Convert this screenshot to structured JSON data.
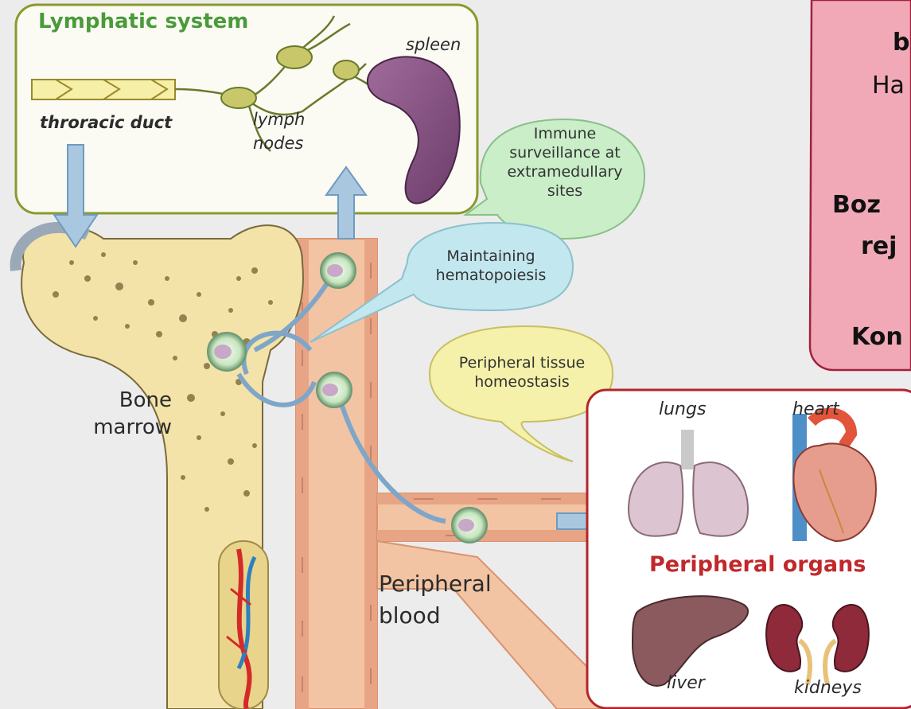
{
  "lymphatic": {
    "title": "Lymphatic system",
    "thoracic_duct": "throracic duct",
    "lymph_nodes_1": "lymph",
    "lymph_nodes_2": "nodes",
    "spleen": "spleen"
  },
  "bubbles": {
    "immune": [
      "Immune",
      "surveillance at",
      "extramedullary",
      "sites"
    ],
    "hematopoiesis": [
      "Maintaining",
      "hematopoiesis"
    ],
    "homeostasis": [
      "Peripheral tissue",
      "homeostasis"
    ]
  },
  "bone_marrow": [
    "Bone",
    "marrow"
  ],
  "peripheral_blood": [
    "Peripheral",
    "blood"
  ],
  "organs": {
    "title": "Peripheral organs",
    "lungs": "lungs",
    "heart": "heart",
    "liver": "liver",
    "kidneys": "kidneys"
  },
  "pink_panel": {
    "lines": [
      "b",
      "Ha",
      "",
      "Boz",
      "rej",
      "",
      "Kon"
    ]
  },
  "colors": {
    "lymph_border": "#8a9a2c",
    "lymph_title": "#4a9a3a",
    "organs_border": "#b3252a",
    "organs_title": "#c0282c",
    "pink_panel": "#f1a9b8",
    "pink_border": "#a1213c",
    "bone": "#f3e3a8",
    "vessel": "#f0bfa0"
  }
}
